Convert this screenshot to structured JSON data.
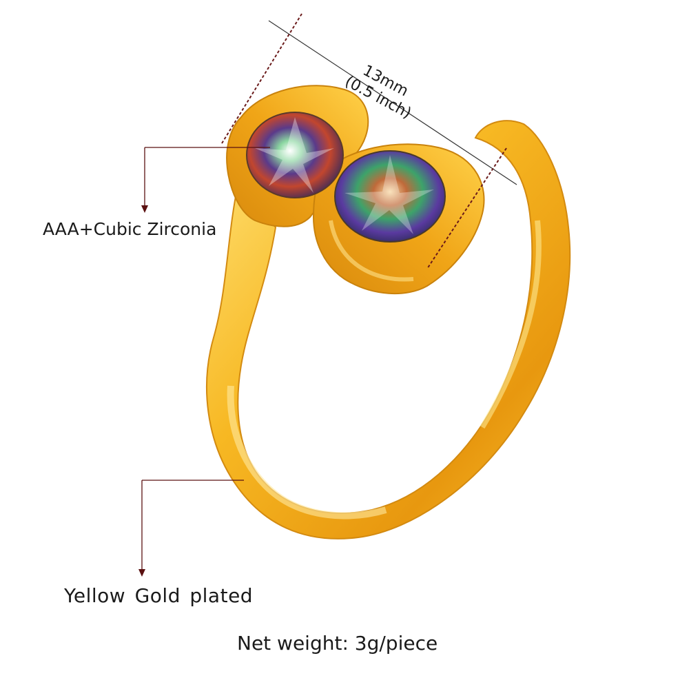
{
  "product": {
    "name": "gold-ring-with-two-stones",
    "colors": {
      "gold_light": "#ffd94a",
      "gold_mid": "#f5b21c",
      "gold_dark": "#d48a0c",
      "leader_line": "#5a1010"
    }
  },
  "annotations": {
    "stone_label": "AAA+Cubic Zirconia",
    "plating_label": "Yellow  Gold  plated",
    "weight_label": "Net weight: 3g/piece",
    "dimension_mm": "13mm",
    "dimension_inch": "(0.5 inch)"
  }
}
